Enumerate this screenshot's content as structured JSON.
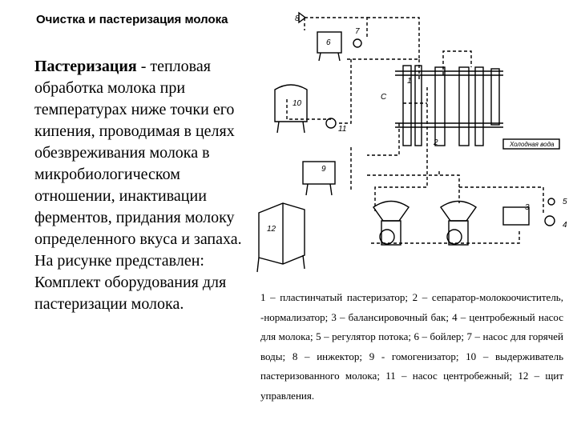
{
  "slide": {
    "title": "Очистка и пастеризация молока",
    "term": "Пастеризация",
    "definition": " - тепловая обработка молока при температурах ниже точки его кипения, проводимая в целях обезвреживания молока в микробиологическом отношении, инактивации ферментов, придания молоку определенного вкуса и запаха.",
    "figure_intro": "На рисунке представлен: Комплект оборудования для пастеризации молока."
  },
  "diagram": {
    "labels": [
      "1",
      "2",
      "3",
      "4",
      "5",
      "6",
      "7",
      "8",
      "9",
      "10",
      "11",
      "12"
    ],
    "pipe_label_c": "C",
    "pipe_label_water": "Холодная вода"
  },
  "caption": "1 – пластинчатый пастеризатор; 2 – сепаратор-молокоочиститель, -нормализатор; 3 – балансировочный бак; 4 – центробежный насос для молока; 5 – регулятор потока; 6 – бойлер; 7 – насос для горячей воды; 8 – инжектор; 9 - гомогенизатор; 10 – выдерживатель пастеризованного молока; 11 – насос центробежный; 12 – щит управления."
}
